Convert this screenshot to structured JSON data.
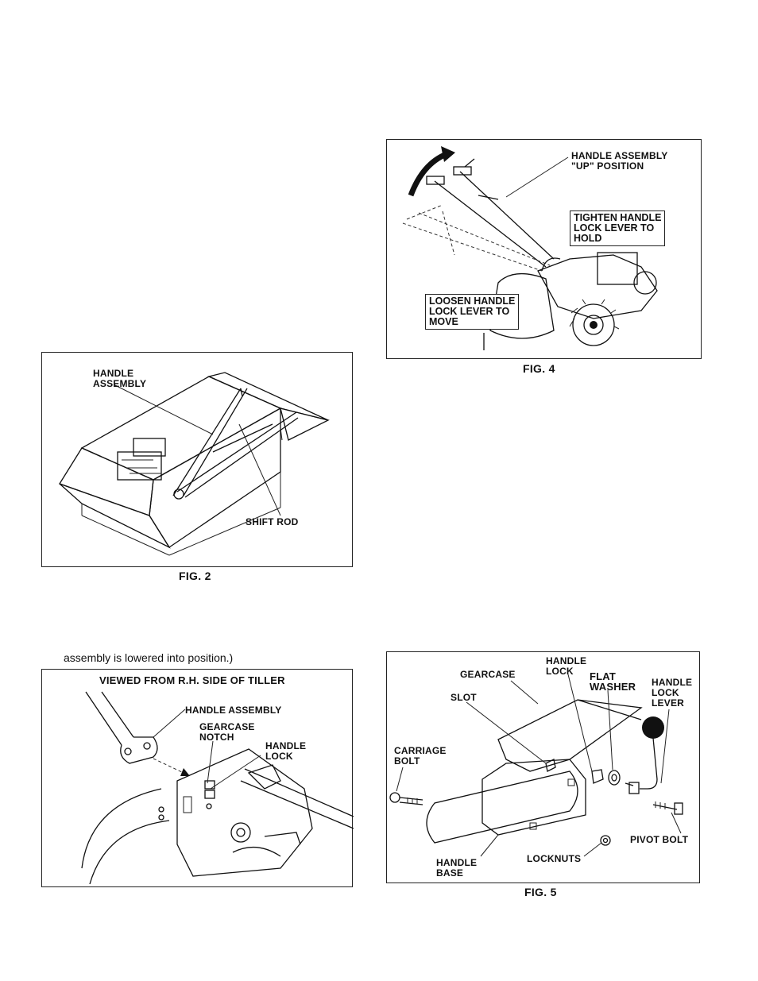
{
  "fig4": {
    "caption": "FIG. 4",
    "label_up": "HANDLE ASSEMBLY",
    "label_up2": "\"UP\" POSITION",
    "tighten": [
      "TIGHTEN HANDLE",
      "LOCK LEVER TO",
      "HOLD"
    ],
    "loosen": [
      "LOOSEN HANDLE",
      "LOCK LEVER TO",
      "MOVE"
    ]
  },
  "fig2": {
    "caption": "FIG. 2",
    "handle_assembly": [
      "HANDLE",
      "ASSEMBLY"
    ],
    "shift_rod": "SHIFT ROD"
  },
  "intro_text": "assembly is lowered into position.)",
  "fig3": {
    "title": "VIEWED FROM R.H. SIDE OF TILLER",
    "handle_assembly": "HANDLE ASSEMBLY",
    "gearcase_notch": [
      "GEARCASE",
      "NOTCH"
    ],
    "handle_lock": [
      "HANDLE",
      "LOCK"
    ]
  },
  "fig5": {
    "caption": "FIG. 5",
    "gearcase": "GEARCASE",
    "handle_lock": [
      "HANDLE",
      "LOCK"
    ],
    "flat_washer": [
      "FLAT",
      "WASHER"
    ],
    "handle_lock_lever": [
      "HANDLE",
      "LOCK",
      "LEVER"
    ],
    "slot": "SLOT",
    "carriage_bolt": [
      "CARRIAGE",
      "BOLT"
    ],
    "pivot_bolt": "PIVOT BOLT",
    "handle_base": [
      "HANDLE",
      "BASE"
    ],
    "locknuts": "LOCKNUTS"
  }
}
